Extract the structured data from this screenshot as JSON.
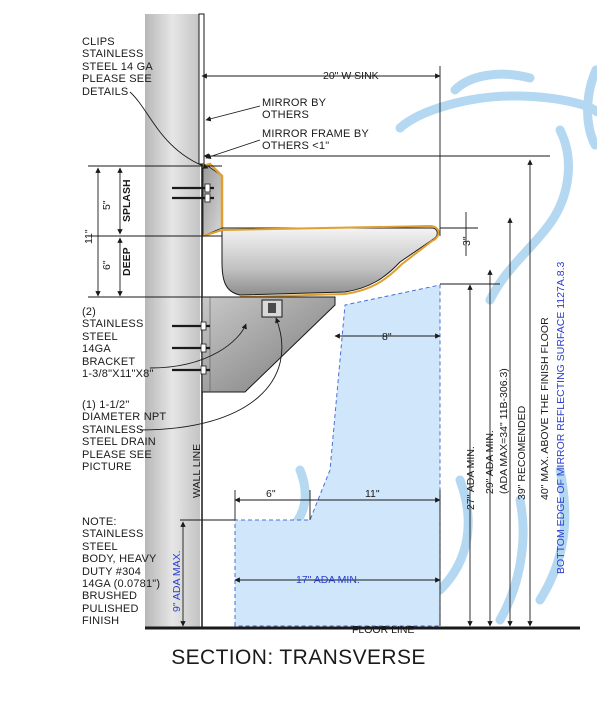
{
  "notes": {
    "clips": [
      "CLIPS",
      "STAINLESS",
      "STEEL 14 GA",
      "PLEASE SEE",
      "DETAILS"
    ],
    "mirror_by": [
      "MIRROR BY",
      "OTHERS"
    ],
    "mirror_frame": [
      "MIRROR FRAME BY",
      "OTHERS <1\""
    ],
    "bracket": [
      "(2)",
      "STAINLESS",
      "STEEL",
      "14GA",
      "BRACKET",
      "1-3/8\"X11\"X8\""
    ],
    "drain": [
      "(1) 1-1/2\"",
      "DIAMETER NPT",
      "STAINLESS",
      "STEEL DRAIN",
      "PLEASE SEE",
      "PICTURE"
    ],
    "body": [
      "NOTE:",
      "STAINLESS",
      "STEEL",
      "BODY, HEAVY",
      "DUTY #304",
      "14GA (0.0781\")",
      "BRUSHED",
      "PULISHED",
      "FINISH"
    ]
  },
  "dimensions": {
    "sink_width": "20\" W SINK",
    "splash_height": "5\"",
    "splash_label": "SPLASH",
    "bowl_depth": "6\"",
    "deep_label": "DEEP",
    "total_height": "11\"",
    "rim_offset": "3\"",
    "knee_depth": "8\"",
    "toe_depth": "6\"",
    "knee_clear_depth": "11\"",
    "floor_clear_depth": "17\" ADA MIN.",
    "toe_height": "9\" ADA MAX.",
    "knee_height": "27\" ADA MIN.",
    "rim_height_1": "29\" ADA MIN.",
    "rim_height_2": "(ADA MAX=34\" 11B-306.3)",
    "recommended_height": "39\" RECOMENDED",
    "mirror_height_1": "40\" MAX. ABOVE THE FINISH FLOOR",
    "mirror_height_2": "BOTTOM EDGE OF MIRROR REFLECTING SURFACE 1127A.8.3"
  },
  "labels": {
    "wall_line": "WALL LINE",
    "floor_line": "FLOOR LINE",
    "section_title": "SECTION: TRANSVERSE"
  },
  "colors": {
    "ada_clearance_fill": "#cfe6fb",
    "ada_dimension_text": "#2a3fd0",
    "sink_trim": "#e0a030",
    "wall_fill": "#d4d4d4",
    "watermark": "#a8d2ef"
  },
  "icons": {
    "wall_anchor": "bolt-icon",
    "drain_fitting": "drain-icon"
  }
}
